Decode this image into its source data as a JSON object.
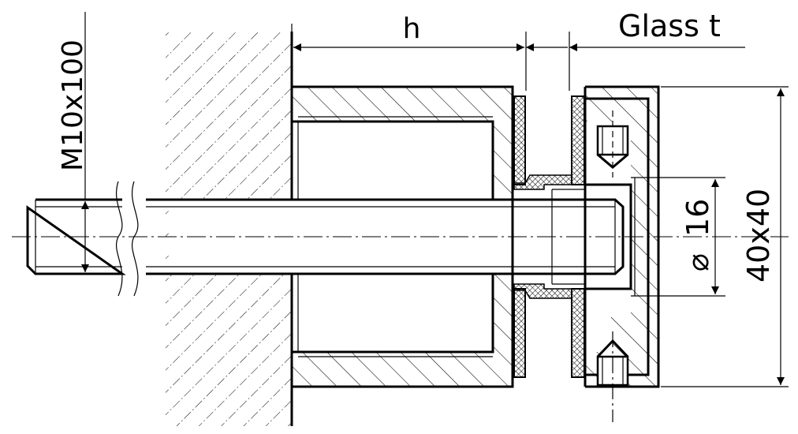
{
  "drawing": {
    "labels": {
      "thread": "M10x100",
      "h": "h",
      "glass": "Glass t",
      "diameter_symbol": "⌀",
      "diameter": "16",
      "size": "40x40"
    },
    "colors": {
      "line": "#000000",
      "background": "#ffffff"
    }
  }
}
